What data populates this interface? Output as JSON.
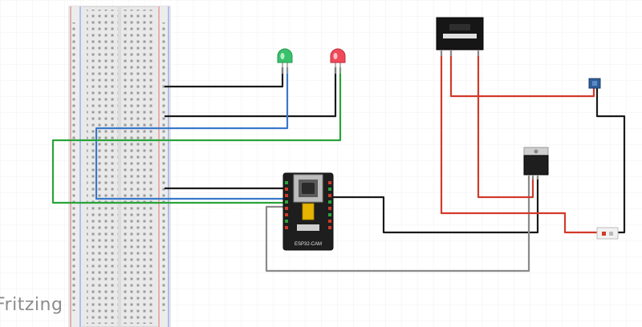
{
  "app": {
    "watermark": "Fritzing"
  },
  "components": {
    "breadboard": {
      "name": "breadboard"
    },
    "led_green": {
      "color": "#39c16b"
    },
    "led_red": {
      "color": "#f04a5a"
    },
    "esp32_cam": {
      "label": "ESP32-CAM"
    },
    "power_jack": {},
    "voltage_regulator": {},
    "push_button": {},
    "connector": {}
  },
  "wires": {
    "black": "#1a1a1a",
    "blue": "#3a78c9",
    "green": "#2aa33a",
    "red": "#d23a2a",
    "gray": "#8a8a8a"
  }
}
